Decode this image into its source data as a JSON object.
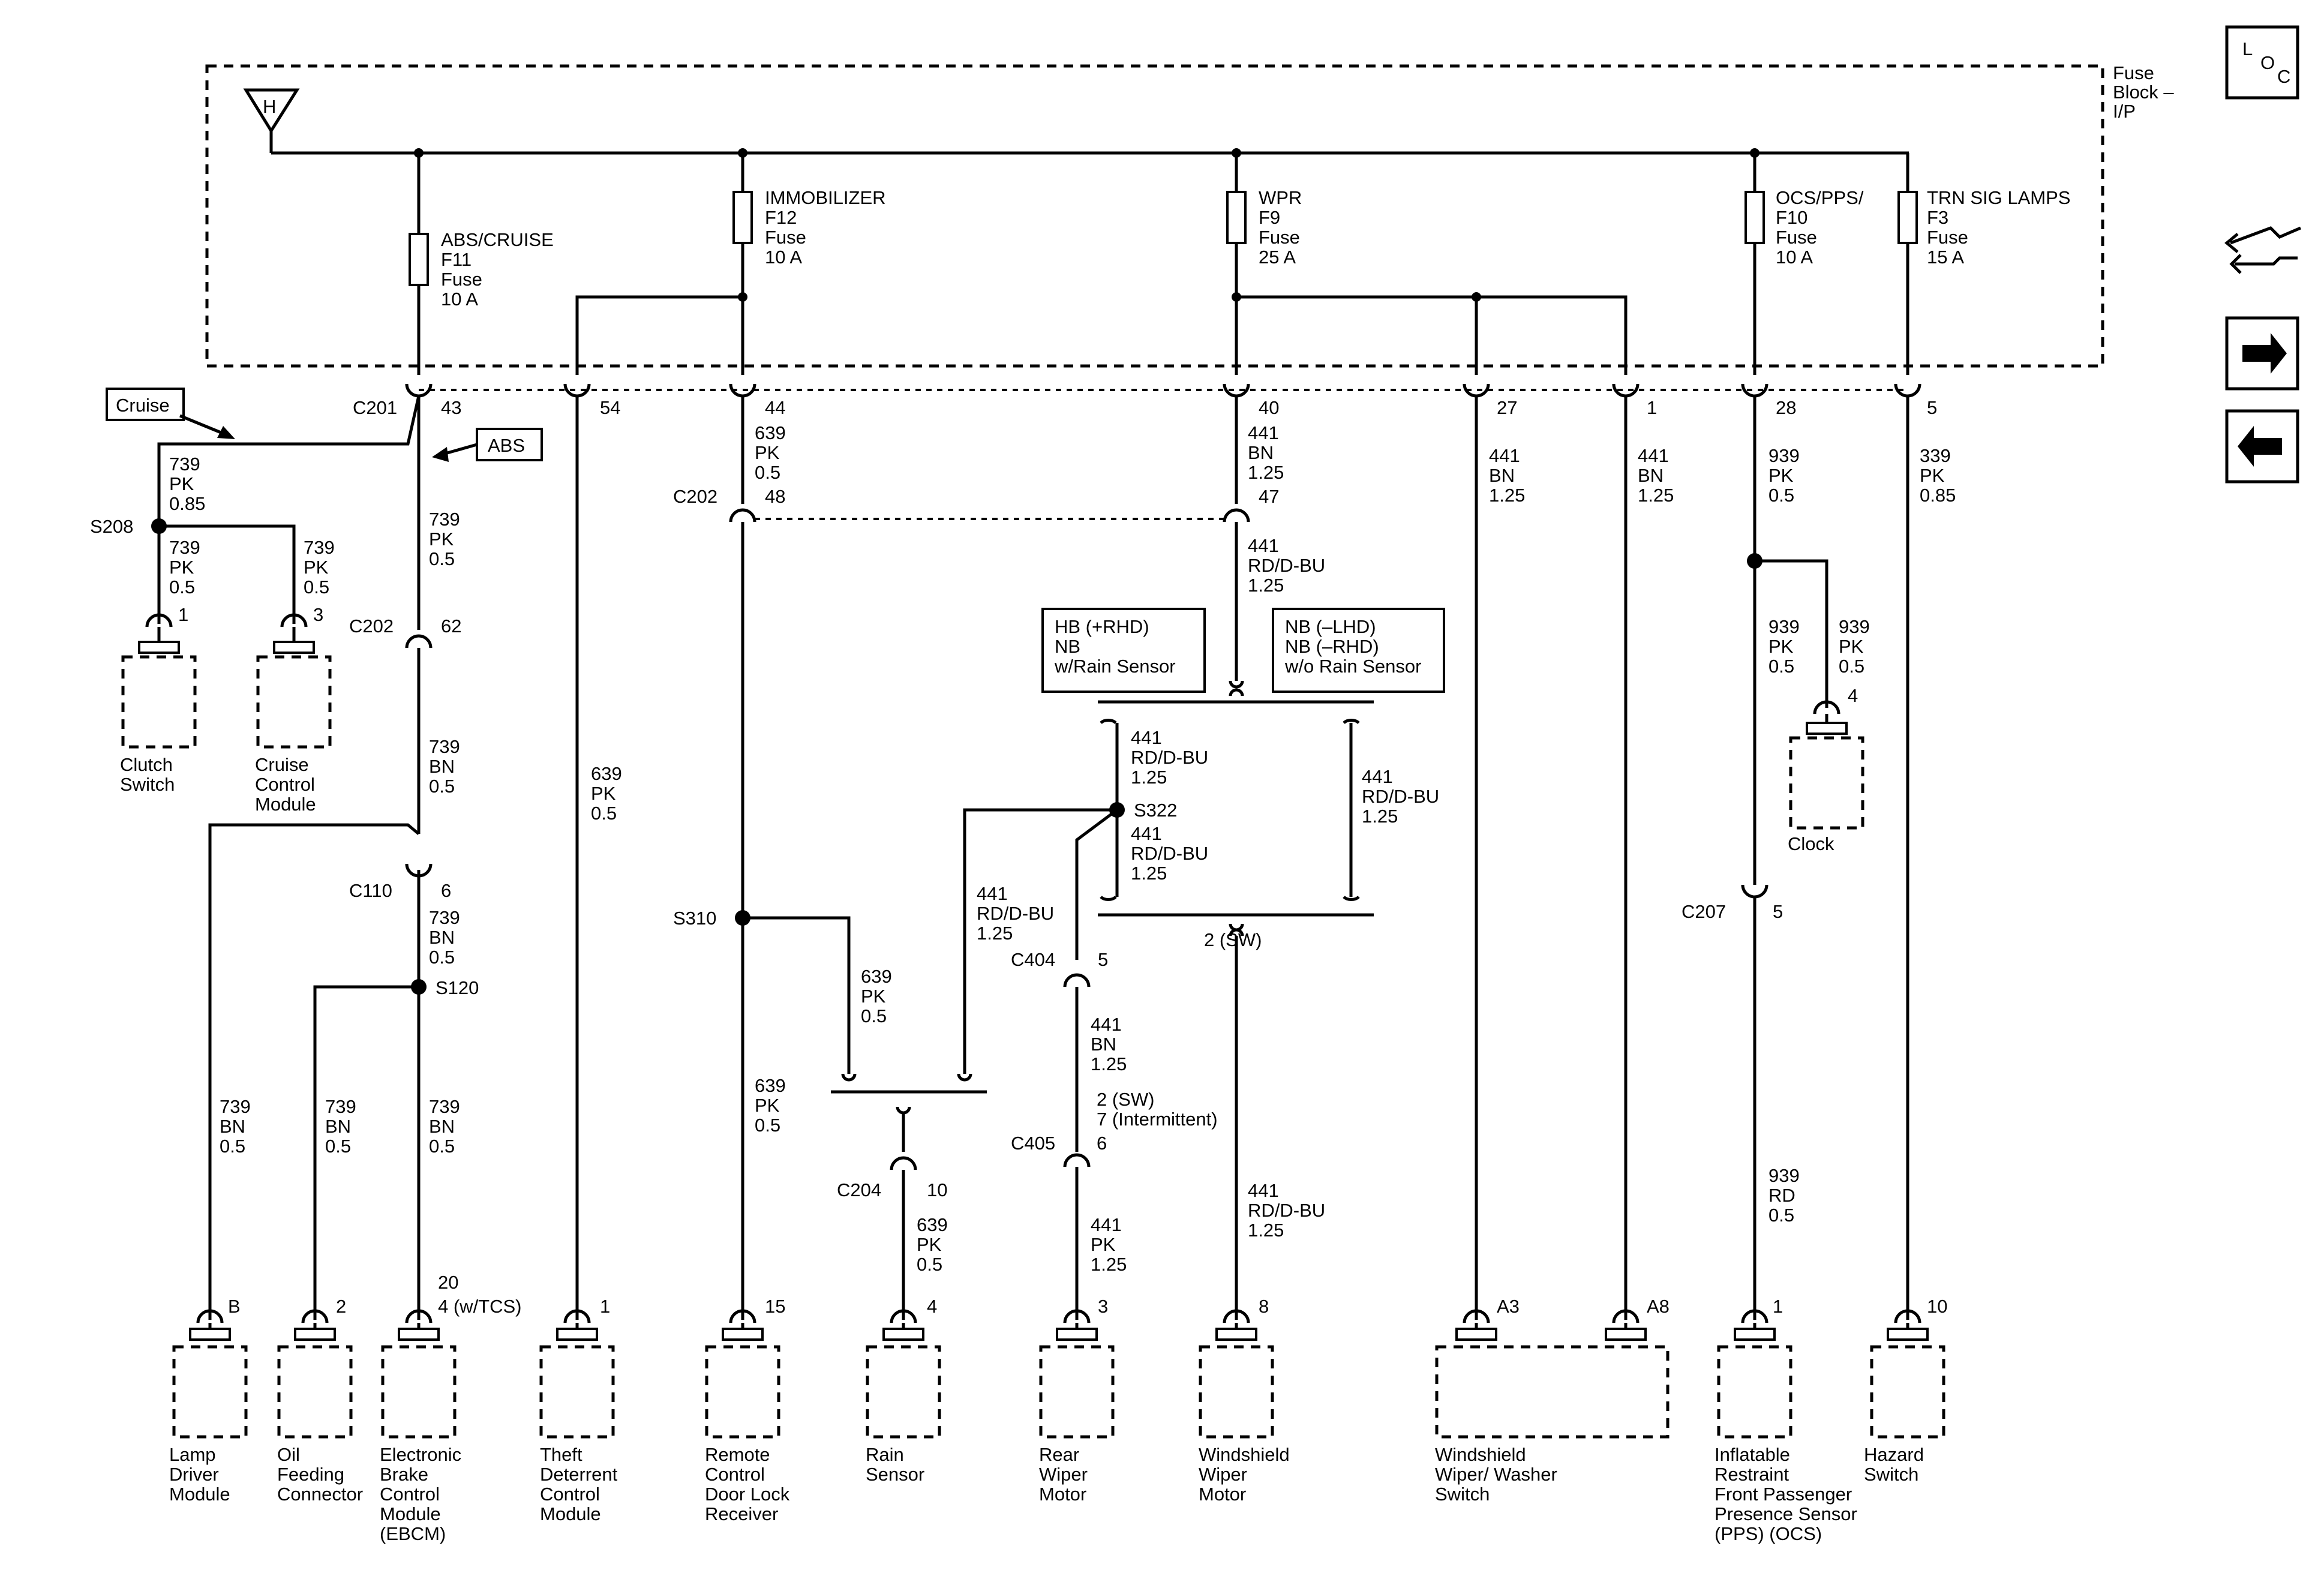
{
  "fuse_block": {
    "label_line1": "Fuse",
    "label_line2": "Block –",
    "label_line3": "I/P",
    "hot_symbol": "H"
  },
  "fuses": [
    {
      "name": "ABS/CRUISE",
      "number": "F11",
      "kind": "Fuse",
      "rating": "10 A"
    },
    {
      "name": "IMMOBILIZER",
      "number": "F12",
      "kind": "Fuse",
      "rating": "10 A"
    },
    {
      "name": "WPR",
      "number": "F9",
      "kind": "Fuse",
      "rating": "25 A"
    },
    {
      "name": "OCS/PPS/",
      "number": "F10",
      "kind": "Fuse",
      "rating": "10 A"
    },
    {
      "name": "TRN SIG LAMPS",
      "number": "F3",
      "kind": "Fuse",
      "rating": "15 A"
    }
  ],
  "connectors": {
    "c201": "C201",
    "c202": "C202",
    "c110": "C110",
    "c204": "C204",
    "c404": "C404",
    "c405": "C405",
    "c207": "C207"
  },
  "splices": {
    "s208": "S208",
    "s120": "S120",
    "s310": "S310",
    "s322": "S322"
  },
  "pins": {
    "c201_43": "43",
    "c201_54": "54",
    "c201_44": "44",
    "c201_40": "40",
    "c201_27": "27",
    "c201_1": "1",
    "c201_28": "28",
    "c201_5": "5",
    "c202_48": "48",
    "c202_47": "47",
    "c202_62": "62",
    "clutch_1": "1",
    "cruise_3": "3",
    "c110_6": "6",
    "c204_10": "10",
    "c404_5": "5",
    "c405_6": "6",
    "c207_5": "5",
    "clock_4": "4",
    "lamp_b": "B",
    "oil_2": "2",
    "ebcm_20": "20",
    "ebcm_4": "4 (w/TCS)",
    "theft_1": "1",
    "remote_15": "15",
    "rain_4": "4",
    "rear_3": "3",
    "wsm_8": "8",
    "sw_a3": "A3",
    "sw_a8": "A8",
    "pps_1": "1",
    "hazard_10": "10"
  },
  "circuit_labels": {
    "c739_pk_085_top": [
      "739",
      "PK",
      "0.85"
    ],
    "c739_pk_05_left": [
      "739",
      "PK",
      "0.5"
    ],
    "c739_pk_05_right": [
      "739",
      "PK",
      "0.5"
    ],
    "c739_pk_05_main": [
      "739",
      "PK",
      "0.5"
    ],
    "c739_bn_05_a": [
      "739",
      "BN",
      "0.5"
    ],
    "c739_bn_05_b": [
      "739",
      "BN",
      "0.5"
    ],
    "c739_bn_lamp": [
      "739",
      "BN",
      "0.5"
    ],
    "c739_bn_oil": [
      "739",
      "BN",
      "0.5"
    ],
    "c739_bn_ebcm": [
      "739",
      "BN",
      "0.5"
    ],
    "c639_theft": [
      "639",
      "PK",
      "0.5"
    ],
    "c639_top": [
      "639",
      "PK",
      "0.5"
    ],
    "c639_s310": [
      "639",
      "PK",
      "0.5"
    ],
    "c639_remote": [
      "639",
      "PK",
      "0.5"
    ],
    "c639_rain": [
      "639",
      "PK",
      "0.5"
    ],
    "c441_bn_top": [
      "441",
      "BN",
      "1.25"
    ],
    "c441_rd_47": [
      "441",
      "RD/D-BU",
      "1.25"
    ],
    "c441_rd_s322a": [
      "441",
      "RD/D-BU",
      "1.25"
    ],
    "c441_rd_s322b": [
      "441",
      "RD/D-BU",
      "1.25"
    ],
    "c441_rd_right": [
      "441",
      "RD/D-BU",
      "1.25"
    ],
    "c441_rd_left": [
      "441",
      "RD/D-BU",
      "1.25"
    ],
    "c441_bn_c404": [
      "441",
      "BN",
      "1.25"
    ],
    "c441_pk_rear": [
      "441",
      "PK",
      "1.25"
    ],
    "c441_rd_wsm": [
      "441",
      "RD/D-BU",
      "1.25"
    ],
    "c441_bn_27": [
      "441",
      "BN",
      "1.25"
    ],
    "c441_bn_1": [
      "441",
      "BN",
      "1.25"
    ],
    "c939_pk_top": [
      "939",
      "PK",
      "0.5"
    ],
    "c939_pk_a": [
      "939",
      "PK",
      "0.5"
    ],
    "c939_pk_b": [
      "939",
      "PK",
      "0.5"
    ],
    "c939_rd": [
      "939",
      "RD",
      "0.5"
    ],
    "c339_pk": [
      "339",
      "PK",
      "0.85"
    ]
  },
  "sw_pin_labels": {
    "c404": "2 (SW)",
    "c405_a": "2 (SW)",
    "c405_b": "7 (Intermittent)"
  },
  "option_boxes": {
    "hb": [
      "HB (+RHD)",
      "NB",
      "w/Rain Sensor"
    ],
    "nb": [
      "NB (–LHD)",
      "NB (–RHD)",
      "w/o Rain Sensor"
    ]
  },
  "callouts": {
    "cruise": "Cruise",
    "abs": "ABS"
  },
  "components": {
    "clutch": [
      "Clutch",
      "Switch"
    ],
    "cruise_module": [
      "Cruise",
      "Control",
      "Module"
    ],
    "clock": [
      "Clock"
    ],
    "lamp_driver": [
      "Lamp",
      "Driver",
      "Module"
    ],
    "oil": [
      "Oil",
      "Feeding",
      "Connector"
    ],
    "ebcm": [
      "Electronic",
      "Brake",
      "Control",
      "Module",
      "(EBCM)"
    ],
    "theft": [
      "Theft",
      "Deterrent",
      "Control",
      "Module"
    ],
    "remote": [
      "Remote",
      "Control",
      "Door Lock",
      "Receiver"
    ],
    "rain": [
      "Rain",
      "Sensor"
    ],
    "rear_wiper": [
      "Rear",
      "Wiper",
      "Motor"
    ],
    "ws_motor": [
      "Windshield",
      "Wiper",
      "Motor"
    ],
    "ws_switch": [
      "Windshield",
      "Wiper/ Washer",
      "Switch"
    ],
    "pps": [
      "Inflatable",
      "Restraint",
      "Front Passenger",
      "Presence Sensor",
      "(PPS) (OCS)"
    ],
    "hazard": [
      "Hazard",
      "Switch"
    ]
  },
  "nav": {
    "loc_l": "L",
    "loc_o": "O",
    "loc_c": "C",
    "icons": [
      "component-locator-icon",
      "connector-ends-icon",
      "next-page-arrow-icon",
      "previous-page-arrow-icon"
    ]
  }
}
